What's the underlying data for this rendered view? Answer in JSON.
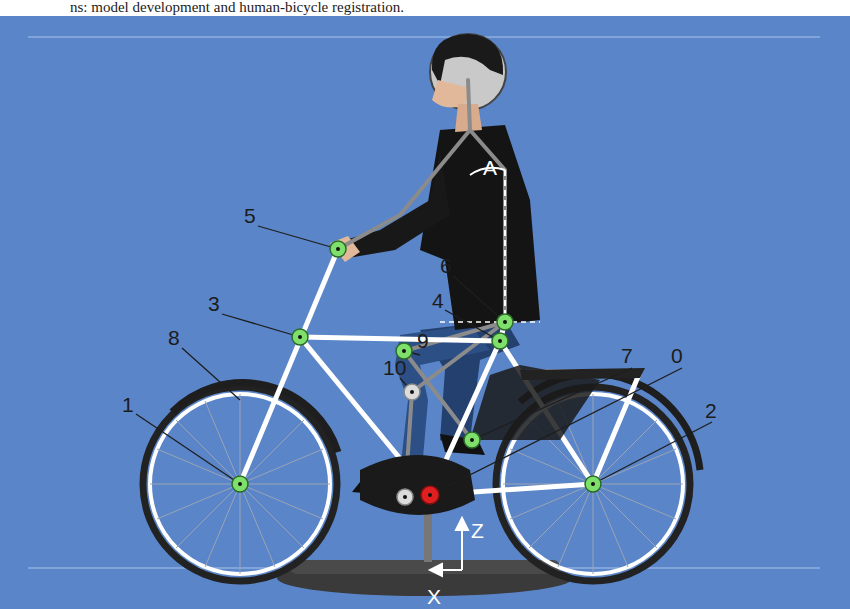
{
  "diagram": {
    "labels": [
      "ns: model development and human-bicycle registration.",
      "5",
      "3",
      "8",
      "1",
      "6",
      "4",
      "9",
      "10",
      "7",
      "0",
      "2",
      "A",
      "Z",
      "X"
    ]
  }
}
